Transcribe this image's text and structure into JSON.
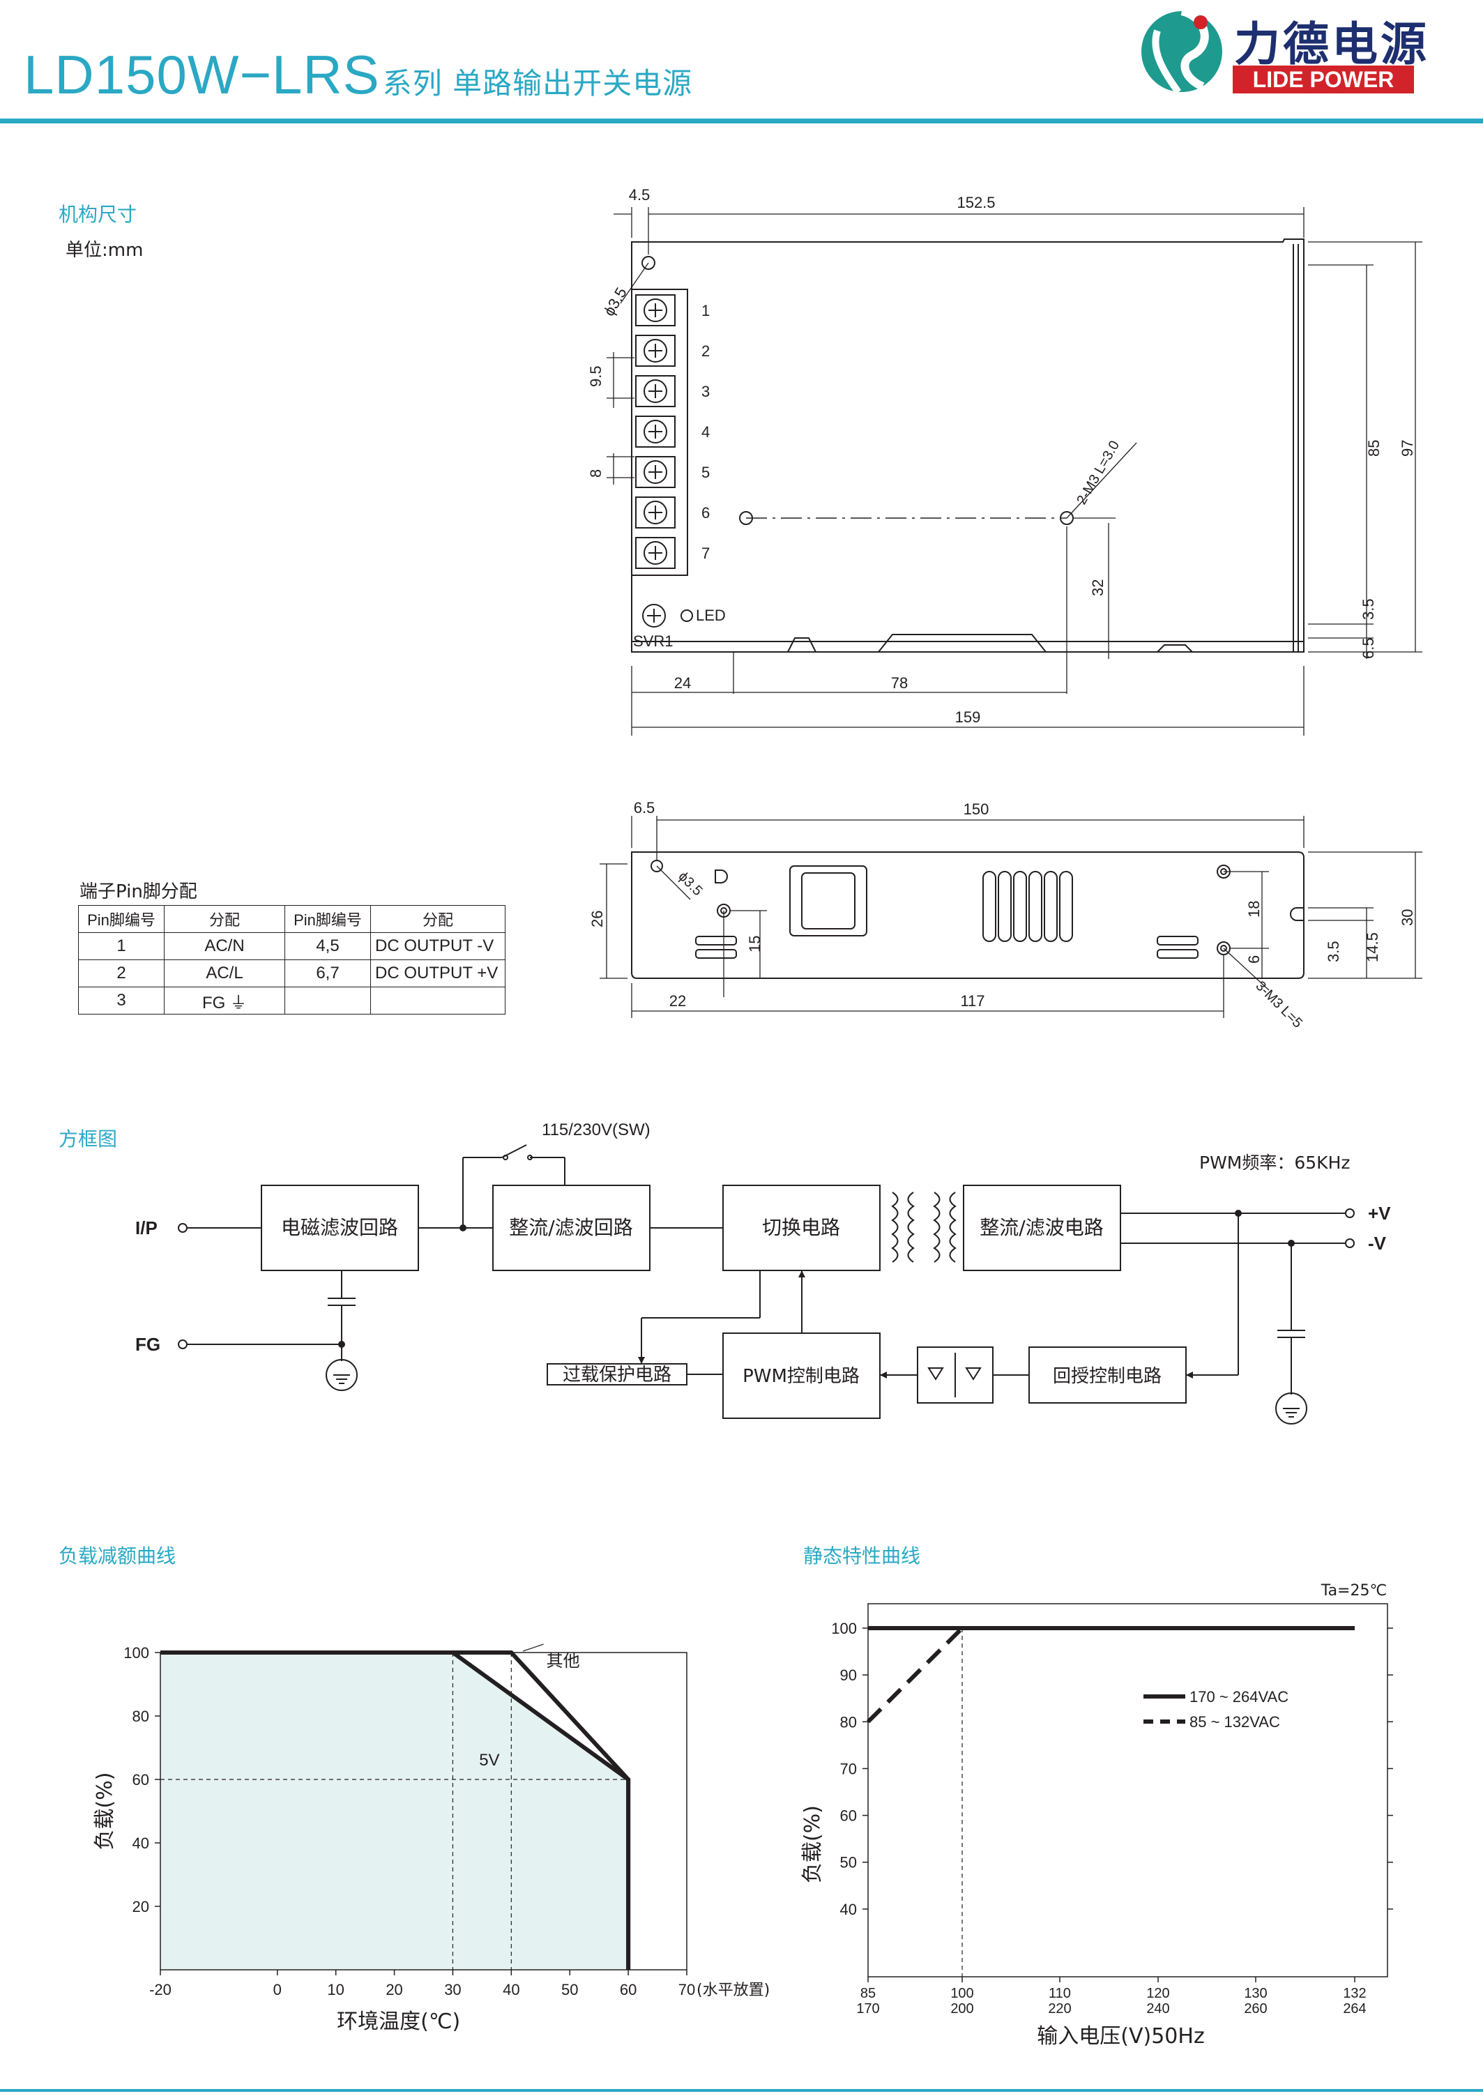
{
  "header": {
    "title_main": "LD150W−LRS",
    "title_sub": "系列  单路输出开关电源",
    "brand_cn": "力德电源",
    "brand_en": "LIDE POWER"
  },
  "mechanical": {
    "title": "机构尺寸",
    "unit": "单位:mm",
    "top_view": {
      "dim_4_5": "4.5",
      "dim_152_5": "152.5",
      "dim_hole": "ϕ3.5",
      "dim_9_5": "9.5",
      "dim_8": "8",
      "dim_85": "85",
      "dim_97": "97",
      "dim_mount": "2-M3 L=3.0",
      "dim_32": "32",
      "dim_3_5": "3.5",
      "dim_6_5": "6.5",
      "dim_24": "24",
      "dim_78": "78",
      "dim_159": "159",
      "terminals": [
        "1",
        "2",
        "3",
        "4",
        "5",
        "6",
        "7"
      ],
      "led_label": "LED",
      "svr_label": "SVR1"
    },
    "side_view": {
      "dim_6_5": "6.5",
      "dim_150": "150",
      "dim_hole": "ϕ3.5",
      "dim_26": "26",
      "dim_15": "15",
      "dim_18": "18",
      "dim_6": "6",
      "dim_30": "30",
      "dim_14_5": "14.5",
      "dim_3_5": "3.5",
      "dim_22": "22",
      "dim_117": "117",
      "dim_mount": "3-M3 L=5"
    }
  },
  "pins": {
    "title": "端子Pin脚分配",
    "headers": [
      "Pin脚编号",
      "分配",
      "Pin脚编号",
      "分配"
    ],
    "rows": [
      [
        "1",
        "AC/N",
        "4,5",
        "DC OUTPUT -V"
      ],
      [
        "2",
        "AC/L",
        "6,7",
        "DC OUTPUT +V"
      ],
      [
        "3",
        "FG ⏚",
        "",
        ""
      ]
    ]
  },
  "block": {
    "title": "方框图",
    "switch_label": "115/230V(SW)",
    "pwm_freq": "PWM频率：65KHz",
    "ip": "I/P",
    "fg": "FG",
    "pos": "+V",
    "neg": "-V",
    "emi": "电磁滤波回路",
    "rect1": "整流/滤波回路",
    "switching": "切换电路",
    "rect2": "整流/滤波电路",
    "overload": "过载保护电路",
    "pwm": "PWM控制电路",
    "feedback": "回授控制电路"
  },
  "derating": {
    "title": "负载减额曲线",
    "ylabel": "负载(%)",
    "xlabel": "环境温度(℃)",
    "x_note": "(水平放置)",
    "label_other": "其他",
    "label_5v": "5V"
  },
  "static": {
    "title": "静态特性曲线",
    "ta": "Ta=25℃",
    "ylabel": "负载(%)",
    "xlabel": "输入电压(V)50Hz",
    "xticks_top": [
      "85",
      "100",
      "110",
      "120",
      "130",
      "132"
    ],
    "xticks_bottom": [
      "170",
      "200",
      "220",
      "240",
      "260",
      "264"
    ]
  },
  "chart_data": [
    {
      "type": "line",
      "title": "负载减额曲线",
      "xlabel": "环境温度(℃)",
      "ylabel": "负载(%)",
      "xlim": [
        -20,
        70
      ],
      "ylim": [
        0,
        100
      ],
      "xticks": [
        -20,
        0,
        10,
        20,
        30,
        40,
        50,
        60,
        70
      ],
      "yticks": [
        20,
        40,
        60,
        80,
        100
      ],
      "series": [
        {
          "name": "其他",
          "x": [
            -20,
            40,
            60,
            60
          ],
          "y": [
            100,
            100,
            60,
            0
          ]
        },
        {
          "name": "5V",
          "x": [
            -20,
            30,
            60,
            60
          ],
          "y": [
            100,
            100,
            60,
            0
          ]
        }
      ]
    },
    {
      "type": "line",
      "title": "静态特性曲线",
      "xlabel": "输入电压(V)50Hz",
      "ylabel": "负载(%)",
      "ylim": [
        30,
        100
      ],
      "yticks": [
        40,
        50,
        60,
        70,
        80,
        90,
        100
      ],
      "x_categories": [
        "85",
        "100",
        "110",
        "120",
        "130",
        "132"
      ],
      "x2_categories": [
        "170",
        "200",
        "220",
        "240",
        "260",
        "264"
      ],
      "series": [
        {
          "name": "170 ~ 264VAC",
          "x": [
            85,
            132
          ],
          "y": [
            100,
            100
          ],
          "style": "solid"
        },
        {
          "name": "85 ~ 132VAC",
          "x": [
            85,
            100
          ],
          "y": [
            80,
            100
          ],
          "style": "dashed"
        }
      ],
      "annotation": "Ta=25℃"
    }
  ]
}
